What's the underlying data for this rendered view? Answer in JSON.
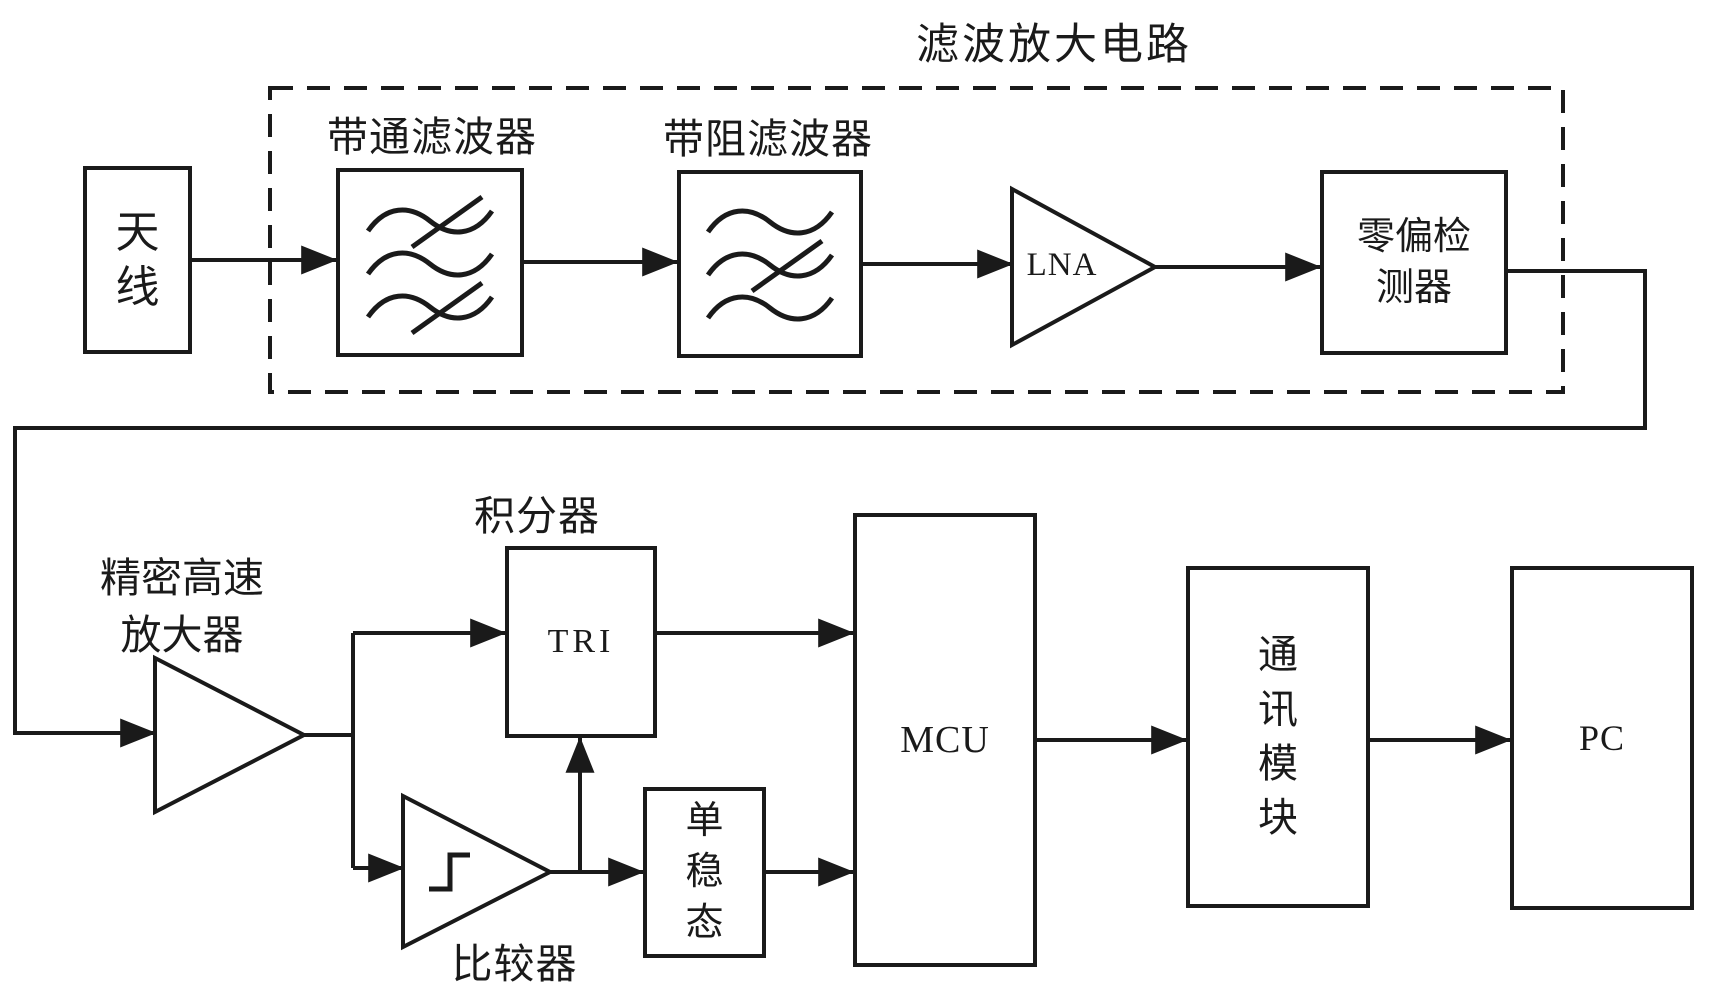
{
  "title": "滤波放大电路",
  "colors": {
    "ink": "#1a1a1a",
    "paper": "#ffffff"
  },
  "blocks": {
    "antenna": {
      "chars": [
        "天",
        "线"
      ]
    },
    "bandpass_filter": {
      "caption": "带通滤波器",
      "icon": "bandpass-waves-icon"
    },
    "bandstop_filter": {
      "caption": "带阻滤波器",
      "icon": "bandstop-waves-icon"
    },
    "lna": {
      "label": "LNA"
    },
    "zero_bias_detector": {
      "lines": [
        "零偏检",
        "测器"
      ]
    },
    "precision_amplifier": {
      "caption_lines": [
        "精密高速",
        "放大器"
      ]
    },
    "integrator": {
      "caption": "积分器",
      "label": "TRI"
    },
    "comparator": {
      "caption": "比较器",
      "icon": "step-signal-icon"
    },
    "monostable": {
      "chars": [
        "单",
        "稳",
        "态"
      ]
    },
    "mcu": {
      "label": "MCU"
    },
    "comm_module": {
      "chars": [
        "通",
        "讯",
        "模",
        "块"
      ]
    },
    "pc": {
      "label": "PC"
    }
  }
}
